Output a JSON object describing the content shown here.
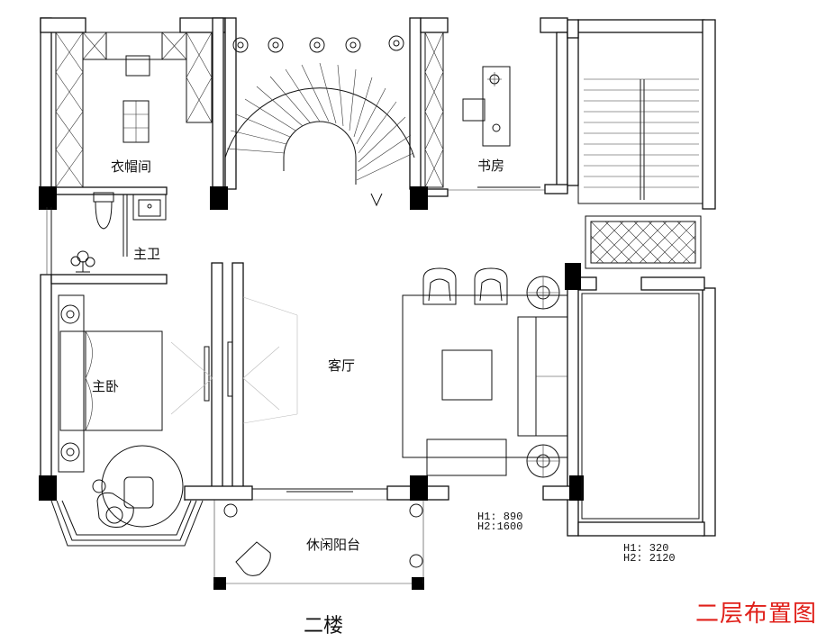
{
  "rooms": {
    "wardrobe": "衣帽间",
    "study": "书房",
    "master_bath": "主卫",
    "living_room": "客厅",
    "master_bedroom": "主卧",
    "leisure_balcony": "休闲阳台"
  },
  "dimensions": {
    "window_living": {
      "h1": "H1: 890",
      "h2": "H2:1600"
    },
    "window_stair": {
      "h1": "H1: 320",
      "h2": "H2: 2120"
    }
  },
  "drawing_title": "二层布置图",
  "floor_label": "二楼"
}
